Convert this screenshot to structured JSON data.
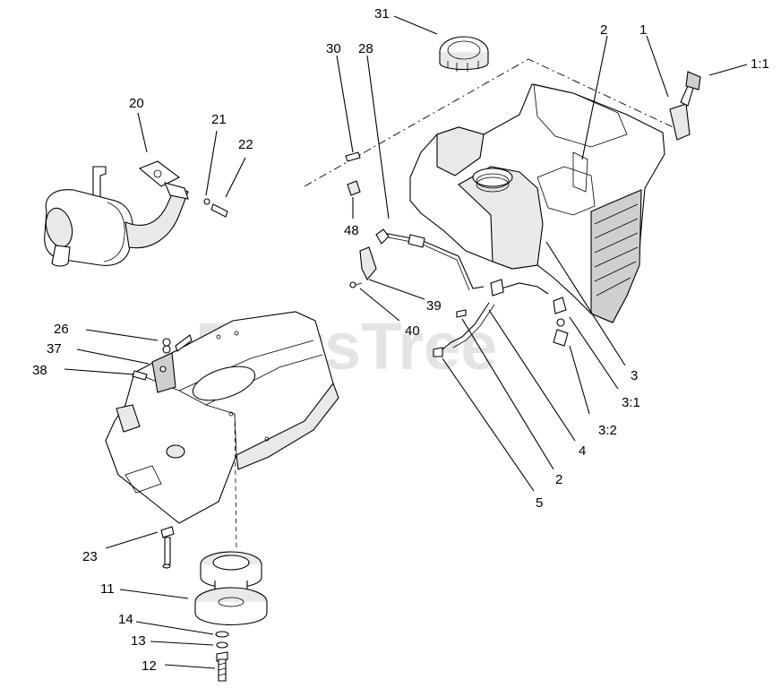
{
  "watermark": "PartsTree",
  "callouts": [
    {
      "id": "c31",
      "text": "31"
    },
    {
      "id": "c2top",
      "text": "2"
    },
    {
      "id": "c1",
      "text": "1"
    },
    {
      "id": "c1_1",
      "text": "1:1"
    },
    {
      "id": "c30",
      "text": "30"
    },
    {
      "id": "c28",
      "text": "28"
    },
    {
      "id": "c20",
      "text": "20"
    },
    {
      "id": "c21",
      "text": "21"
    },
    {
      "id": "c22",
      "text": "22"
    },
    {
      "id": "c48",
      "text": "48"
    },
    {
      "id": "c39",
      "text": "39"
    },
    {
      "id": "c40",
      "text": "40"
    },
    {
      "id": "c26",
      "text": "26"
    },
    {
      "id": "c37",
      "text": "37"
    },
    {
      "id": "c38",
      "text": "38"
    },
    {
      "id": "c3",
      "text": "3"
    },
    {
      "id": "c3_1",
      "text": "3:1"
    },
    {
      "id": "c3_2",
      "text": "3:2"
    },
    {
      "id": "c4",
      "text": "4"
    },
    {
      "id": "c2bot",
      "text": "2"
    },
    {
      "id": "c5",
      "text": "5"
    },
    {
      "id": "c23",
      "text": "23"
    },
    {
      "id": "c11",
      "text": "11"
    },
    {
      "id": "c14",
      "text": "14"
    },
    {
      "id": "c13",
      "text": "13"
    },
    {
      "id": "c12",
      "text": "12"
    }
  ]
}
